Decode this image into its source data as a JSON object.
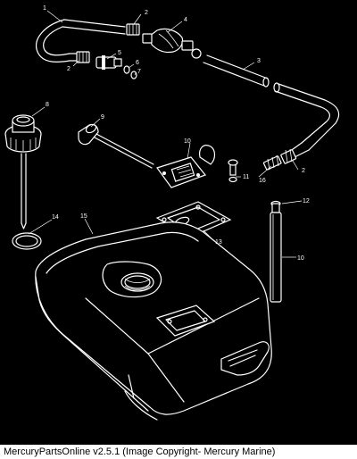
{
  "diagram": {
    "callouts": [
      {
        "id": "c1",
        "label": "1"
      },
      {
        "id": "c2a",
        "label": "2"
      },
      {
        "id": "c2b",
        "label": "2"
      },
      {
        "id": "c2c",
        "label": "2"
      },
      {
        "id": "c3",
        "label": "3"
      },
      {
        "id": "c4",
        "label": "4"
      },
      {
        "id": "c5",
        "label": "5"
      },
      {
        "id": "c6",
        "label": "6"
      },
      {
        "id": "c7",
        "label": "7"
      },
      {
        "id": "c8",
        "label": "8"
      },
      {
        "id": "c9",
        "label": "9"
      },
      {
        "id": "c10a",
        "label": "10"
      },
      {
        "id": "c10b",
        "label": "10"
      },
      {
        "id": "c11",
        "label": "11"
      },
      {
        "id": "c12",
        "label": "12"
      },
      {
        "id": "c13",
        "label": "13"
      },
      {
        "id": "c14",
        "label": "14"
      },
      {
        "id": "c15",
        "label": "15"
      },
      {
        "id": "c16",
        "label": "16"
      }
    ]
  },
  "footer": {
    "caption": "MercuryPartsOnline v2.5.1 (Image Copyright- Mercury Marine)"
  }
}
